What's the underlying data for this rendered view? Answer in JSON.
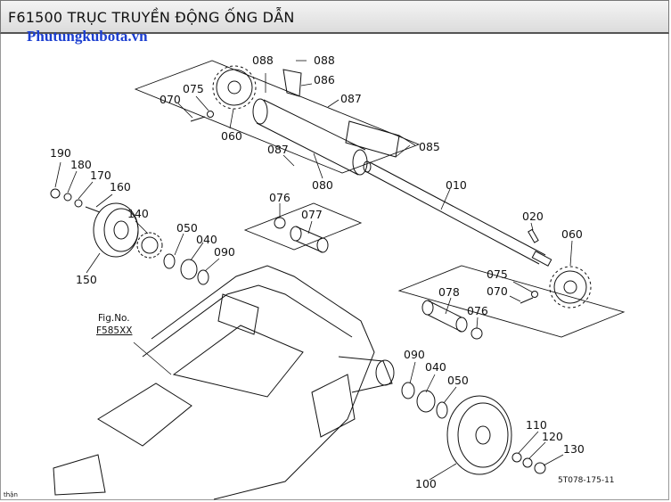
{
  "header": {
    "title": "F61500 TRỤC TRUYỀN ĐỘNG ỐNG DẪN"
  },
  "watermark": {
    "text": "Phutungkubota.vn"
  },
  "figure_ref": {
    "line1": "Fig.No.",
    "line2": "F585XX"
  },
  "drawing_code": "5T078-175-11",
  "corner_text": "thận",
  "callouts": [
    "088",
    "088",
    "086",
    "087",
    "075",
    "070",
    "060",
    "085",
    "087",
    "080",
    "010",
    "190",
    "180",
    "170",
    "160",
    "140",
    "150",
    "050",
    "040",
    "090",
    "076",
    "077",
    "020",
    "060",
    "075",
    "070",
    "078",
    "076",
    "090",
    "040",
    "050",
    "110",
    "120",
    "130",
    "100"
  ],
  "colors": {
    "watermark": "#1c3fd0",
    "line": "#111111"
  }
}
